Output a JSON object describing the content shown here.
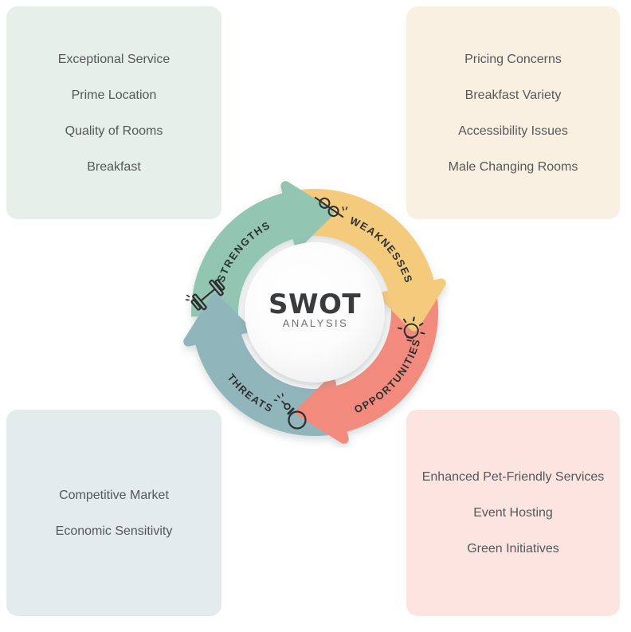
{
  "page": {
    "background": "#ffffff"
  },
  "center": {
    "title": "SWOT",
    "subtitle": "ANALYSIS"
  },
  "quadrants": {
    "strengths": {
      "label": "STRENGTHS",
      "color": "#92c5b2",
      "card_bg": "#e6efe9",
      "icon": "dumbbell-icon",
      "items": [
        "Exceptional Service",
        "Prime Location",
        "Quality of Rooms",
        "Breakfast"
      ]
    },
    "weaknesses": {
      "label": "WEAKNESSES",
      "color": "#f4ca7c",
      "card_bg": "#faf0e1",
      "icon": "broken-chain-icon",
      "items": [
        "Pricing Concerns",
        "Breakfast Variety",
        "Accessibility Issues",
        "Male Changing Rooms"
      ]
    },
    "opportunities": {
      "label": "OPPORTUNITIES",
      "color": "#f28b7d",
      "card_bg": "#fce4e1",
      "icon": "lightbulb-icon",
      "items": [
        "Enhanced Pet-Friendly Services",
        "Event Hosting",
        "Green Initiatives"
      ]
    },
    "threats": {
      "label": "THREATS",
      "color": "#90b5bb",
      "card_bg": "#e4ebed",
      "icon": "bomb-icon",
      "items": [
        "Competitive Market",
        "Economic Sensitivity"
      ]
    }
  },
  "text_colors": {
    "item": "#55575a",
    "arc_label": "#2e3032",
    "title": "#3a3b3d",
    "subtitle": "#6f7073"
  }
}
